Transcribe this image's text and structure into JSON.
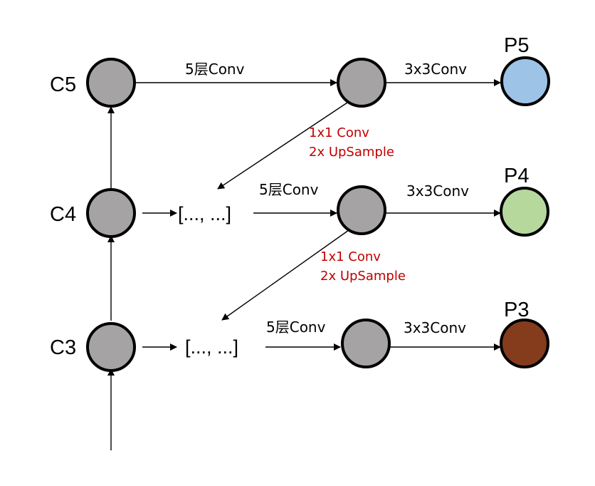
{
  "diagram": {
    "colors": {
      "node_gray": "#A5A3A3",
      "p5": "#9DC3E6",
      "p4": "#B7D89D",
      "p3": "#843C1C",
      "annotation": "#C00000",
      "stroke": "#000000"
    },
    "nodes": {
      "c5": {
        "label": "C5",
        "icon": "circle-node"
      },
      "c4": {
        "label": "C4",
        "icon": "circle-node"
      },
      "c3": {
        "label": "C3",
        "icon": "circle-node"
      },
      "m5": {
        "icon": "circle-node"
      },
      "m4": {
        "icon": "circle-node"
      },
      "m3": {
        "icon": "circle-node"
      },
      "p5": {
        "label": "P5",
        "icon": "circle-node"
      },
      "p4": {
        "label": "P4",
        "icon": "circle-node"
      },
      "p3": {
        "label": "P3",
        "icon": "circle-node"
      }
    },
    "concat": {
      "row4": "[..., ...]",
      "row3": "[..., ...]"
    },
    "ops": {
      "row5_conv5": "5层Conv",
      "row5_conv3": "3x3Conv",
      "row4_conv5": "5层Conv",
      "row4_conv3": "3x3Conv",
      "row3_conv5": "5层Conv",
      "row3_conv3": "3x3Conv"
    },
    "upsample": {
      "first": {
        "line1": "1x1 Conv",
        "line2": "2x UpSample"
      },
      "second": {
        "line1": "1x1 Conv",
        "line2": "2x UpSample"
      }
    }
  }
}
